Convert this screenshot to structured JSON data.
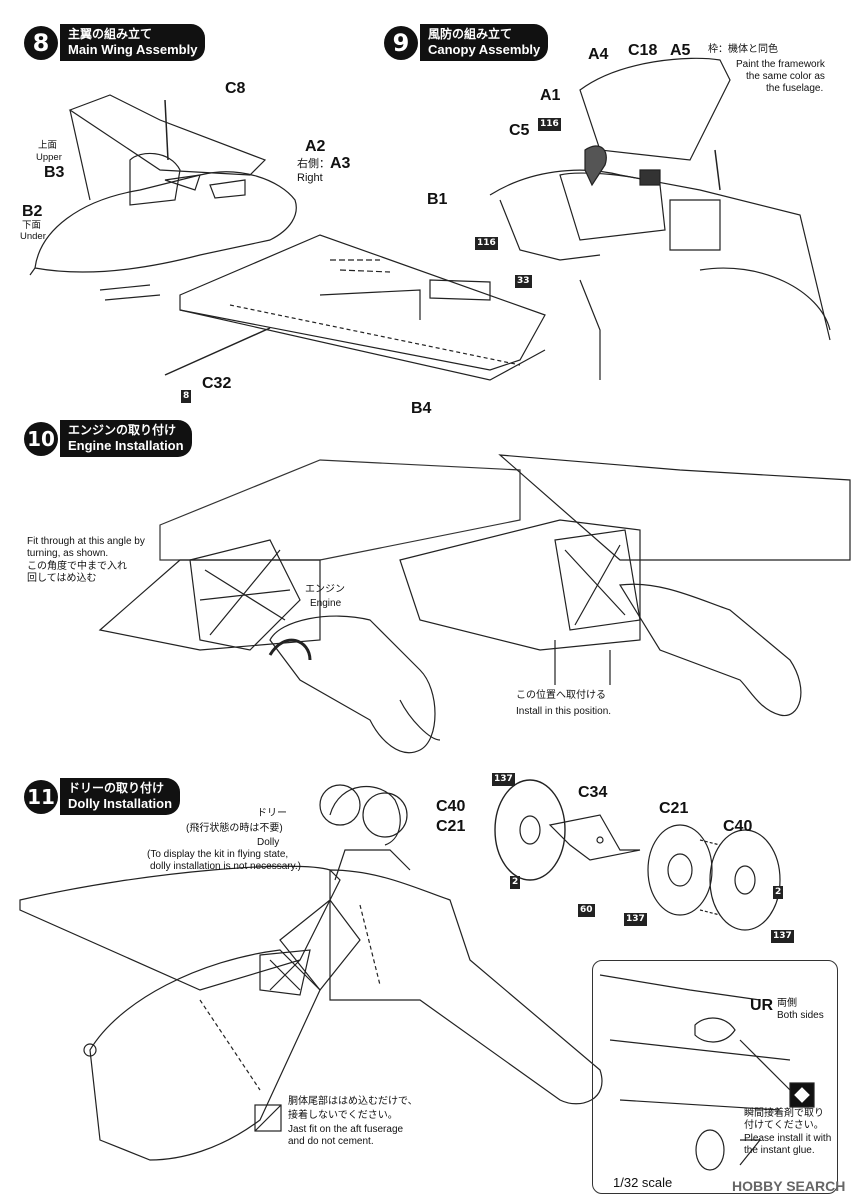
{
  "steps": [
    {
      "number": "8",
      "jp": "主翼の組み立て",
      "en": "Main Wing Assembly"
    },
    {
      "number": "9",
      "jp": "風防の組み立て",
      "en": "Canopy Assembly"
    },
    {
      "number": "10",
      "jp": "エンジンの取り付け",
      "en": "Engine Installation"
    },
    {
      "number": "11",
      "jp": "ドリーの取り付け",
      "en": "Dolly Installation"
    }
  ],
  "step8": {
    "parts": {
      "c8": "C8",
      "a2": "A2",
      "a3": "A3",
      "b1": "B1",
      "b2": "B2",
      "b3": "B3",
      "b4": "B4",
      "c32": "C32"
    },
    "upper_jp": "上面",
    "upper_en": "Upper",
    "under_jp": "下面",
    "under_en": "Under",
    "right_jp": "右側：",
    "right_en": "Right",
    "paint_c32": "8"
  },
  "step9": {
    "parts": {
      "a1": "A1",
      "a4": "A4",
      "a5": "A5",
      "c5": "C5",
      "c18": "C18"
    },
    "note_jp": "枠：機体と同色",
    "note_en_1": "Paint the framework",
    "note_en_2": "the same color as",
    "note_en_3": "the fuselage.",
    "paint_116a": "116",
    "paint_116b": "116",
    "paint_33": "33"
  },
  "step10": {
    "fit_en_1": "Fit through at this angle by",
    "fit_en_2": "turning, as shown.",
    "fit_jp_1": "この角度で中まで入れ",
    "fit_jp_2": "回してはめ込む",
    "engine_jp": "エンジン",
    "engine_en": "Engine",
    "install_jp": "この位置へ取付ける",
    "install_en": "Install in this position."
  },
  "step11": {
    "dolly_jp": "ドリー",
    "dolly_jp2": "(飛行状態の時は不要)",
    "dolly_en": "Dolly",
    "dolly_en2": "(To display the kit in flying state,",
    "dolly_en3": "dolly installation is not necessary.)",
    "parts": {
      "c40a": "C40",
      "c21a": "C21",
      "c34": "C34",
      "c21b": "C21",
      "c40b": "C40"
    },
    "paint_137a": "137",
    "paint_2a": "2",
    "paint_60": "60",
    "paint_137b": "137",
    "paint_2b": "2",
    "paint_137c": "137",
    "aft_jp_1": "胴体尾部ははめ込むだけで、",
    "aft_jp_2": "接着しないでください。",
    "aft_en_1": "Jast fit on the aft fuserage",
    "aft_en_2": "and do not cement."
  },
  "inset": {
    "ur": "UR",
    "both_jp": "両側",
    "both_en": "Both sides",
    "glue_jp_1": "瞬間接着剤で取り",
    "glue_jp_2": "付けてください。",
    "glue_en_1": "Please install it with",
    "glue_en_2": "the instant glue.",
    "scale": "1/32 scale"
  },
  "watermark": "HOBBY SEARCH"
}
